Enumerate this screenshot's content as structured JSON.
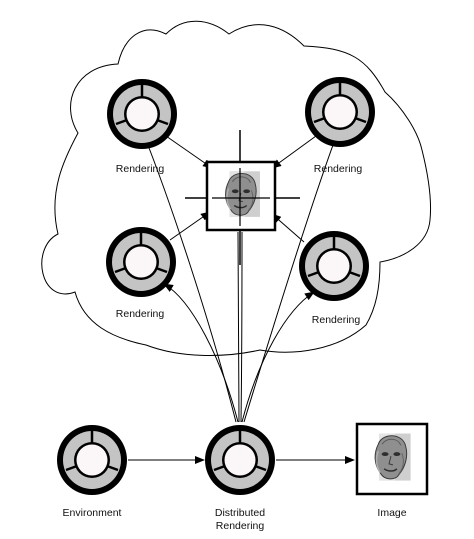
{
  "labels": {
    "rendering_top_left": "Rendering",
    "rendering_top_right": "Rendering",
    "rendering_mid_left": "Rendering",
    "rendering_mid_right": "Rendering",
    "environment": "Environment",
    "distributed_line1": "Distributed",
    "distributed_line2": "Rendering",
    "image": "Image"
  },
  "icons": {
    "node": "ring-node-icon",
    "face": "face-image-icon"
  },
  "colors": {
    "stroke": "#000000",
    "ring": "#bdbdbd",
    "node_core": "#fbf6f8",
    "background": "#ffffff"
  }
}
